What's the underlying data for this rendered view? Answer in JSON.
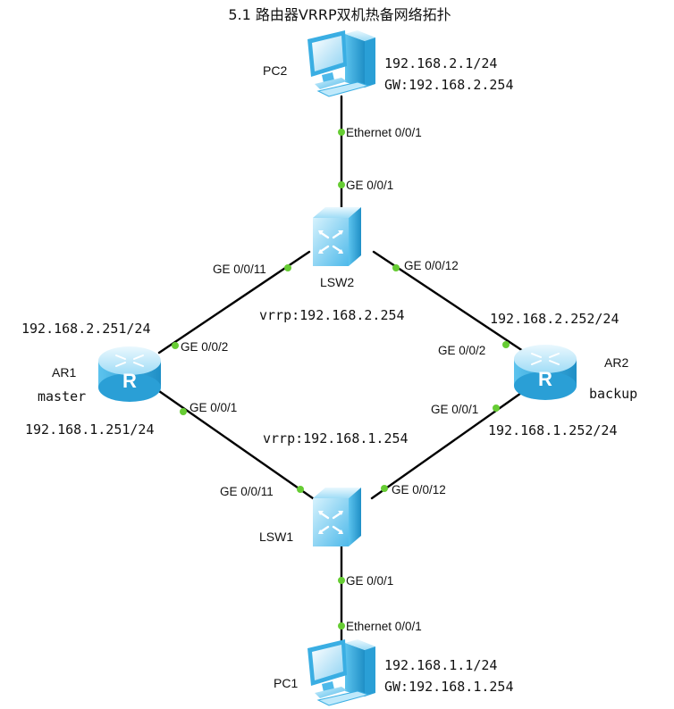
{
  "title": "5.1 路由器VRRP双机热备网络拓扑",
  "colors": {
    "device_light": "#bfe9fb",
    "device_mid": "#5cc3ee",
    "device_dark": "#2a9fd6",
    "link": "#000000",
    "port_dot": "#66cc33"
  },
  "nodes": {
    "pc2": {
      "label": "PC2",
      "icon": "pc-icon",
      "ip": "192.168.2.1/24",
      "gw": "GW:192.168.2.254"
    },
    "pc1": {
      "label": "PC1",
      "icon": "pc-icon",
      "ip": "192.168.1.1/24",
      "gw": "GW:192.168.1.254"
    },
    "lsw2": {
      "label": "LSW2",
      "icon": "switch-icon"
    },
    "lsw1": {
      "label": "LSW1",
      "icon": "switch-icon"
    },
    "ar1": {
      "label": "AR1",
      "icon": "router-icon",
      "role": "master",
      "ip_top": "192.168.2.251/24",
      "ip_bottom": "192.168.1.251/24"
    },
    "ar2": {
      "label": "AR2",
      "icon": "router-icon",
      "role": "backup",
      "ip_top": "192.168.2.252/24",
      "ip_bottom": "192.168.1.252/24"
    }
  },
  "vrrp": {
    "lan2": "vrrp:192.168.2.254",
    "lan1": "vrrp:192.168.1.254"
  },
  "links": {
    "pc2_lsw2": {
      "a": "Ethernet 0/0/1",
      "b": "GE 0/0/1"
    },
    "lsw2_ar1": {
      "a": "GE 0/0/11",
      "b": "GE 0/0/2"
    },
    "lsw2_ar2": {
      "a": "GE 0/0/12",
      "b": "GE 0/0/2"
    },
    "ar1_lsw1": {
      "a": "GE 0/0/1",
      "b": "GE 0/0/11"
    },
    "ar2_lsw1": {
      "a": "GE 0/0/1",
      "b": "GE 0/0/12"
    },
    "lsw1_pc1": {
      "a": "GE 0/0/1",
      "b": "Ethernet 0/0/1"
    }
  }
}
